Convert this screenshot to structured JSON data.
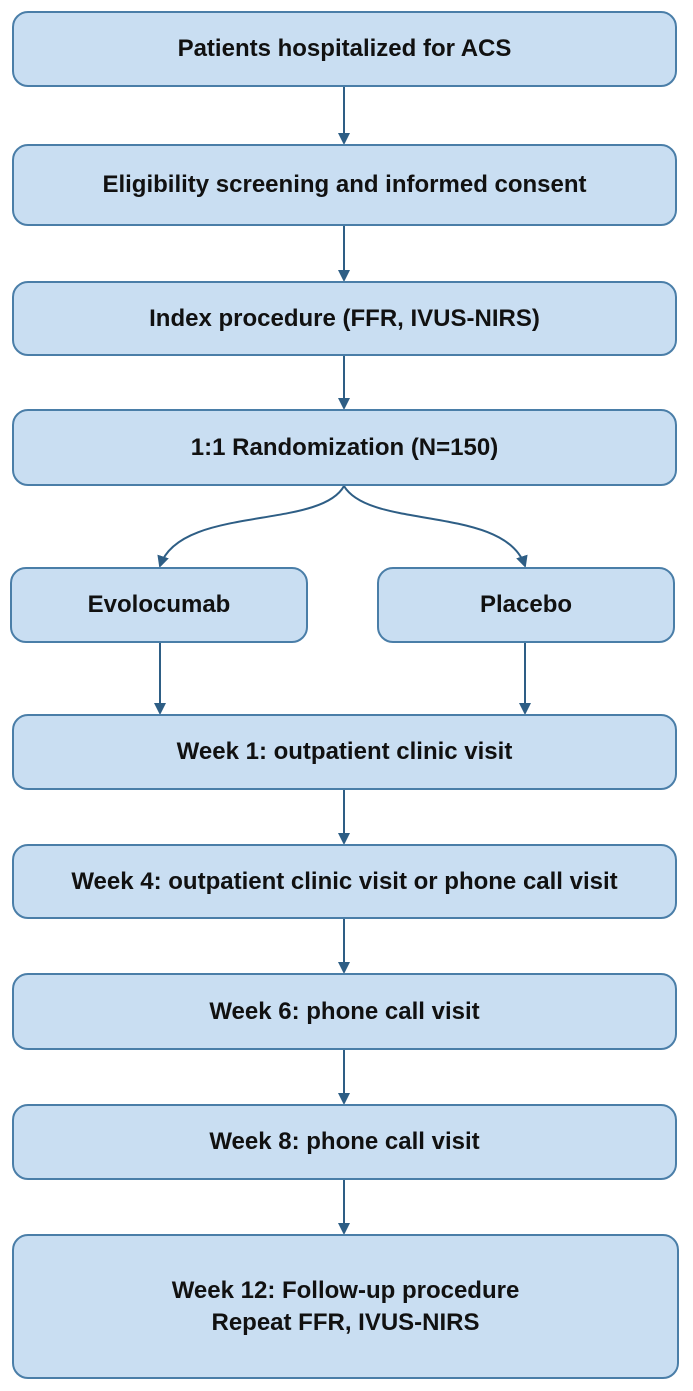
{
  "flowchart": {
    "step1": "Patients hospitalized for ACS",
    "step2": "Eligibility  screening and informed consent",
    "step3": "Index procedure (FFR, IVUS-NIRS)",
    "step4": "1:1 Randomization (N=150)",
    "arm_left": "Evolocumab",
    "arm_right": "Placebo",
    "step5": "Week 1:  outpatient clinic visit",
    "step6": "Week 4:  outpatient clinic visit  or phone call visit",
    "step7": "Week 6:  phone call visit",
    "step8": "Week 8:  phone call visit",
    "step9_line1": "Week 12:  Follow-up procedure",
    "step9_line2": "Repeat FFR,  IVUS-NIRS"
  },
  "colors": {
    "box_fill": "#c9def2",
    "box_border": "#4a7ea8",
    "arrow": "#2e5e85"
  }
}
